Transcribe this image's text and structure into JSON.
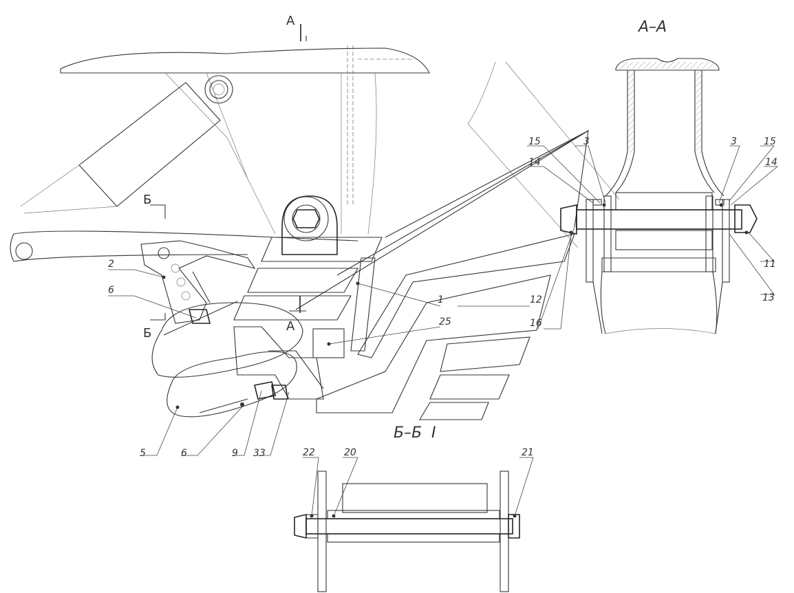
{
  "sections": {
    "aa_title": "А–А",
    "bb_title": "Б–Б",
    "bb_tick": "I"
  },
  "cut_marks": {
    "a_top": "А",
    "a_low": "А",
    "b_top": "Б",
    "b_low": "Б"
  },
  "callouts": {
    "main": [
      "2",
      "6",
      "1",
      "12",
      "25",
      "16",
      "5",
      "6",
      "9",
      "33"
    ],
    "aa": [
      "15",
      "3",
      "3",
      "15",
      "14",
      "14",
      "11",
      "13"
    ],
    "bb": [
      "22",
      "20",
      "21"
    ]
  }
}
